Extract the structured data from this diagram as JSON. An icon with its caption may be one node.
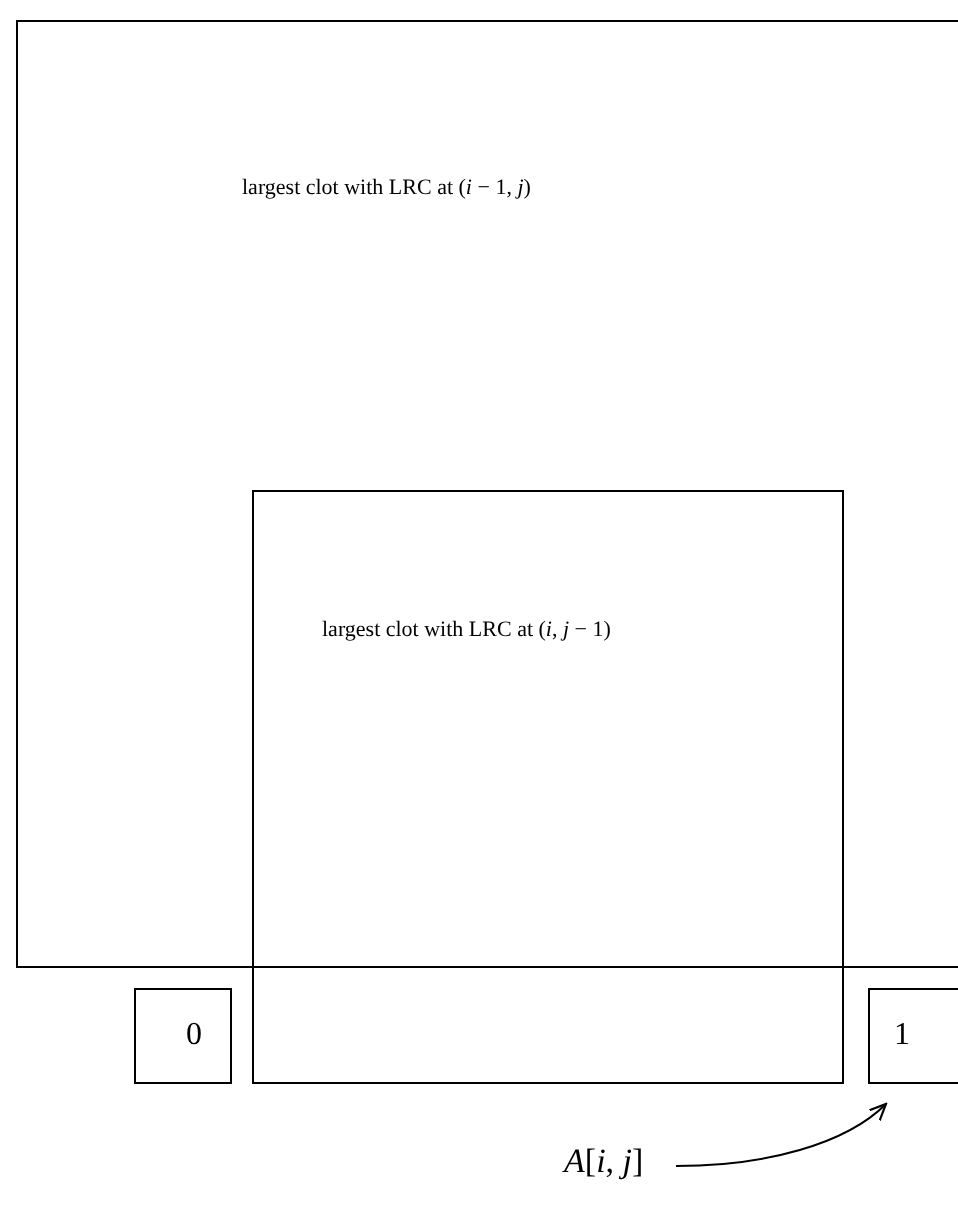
{
  "diagram": {
    "nodes": [
      {
        "text": [
          "largest clot with LRC at (*i* − 1, *j*)"
        ]
      },
      {
        "text": [
          "largest clot with LRC at (*i*, *j* − 1)"
        ]
      },
      {
        "text": [
          "0"
        ]
      },
      {
        "text": [
          "1"
        ]
      },
      {
        "text": [
          "*A*[*i*, *j*]"
        ]
      }
    ],
    "edges": [
      {
        "from": 4,
        "to": 3,
        "arrow": "to"
      }
    ]
  }
}
